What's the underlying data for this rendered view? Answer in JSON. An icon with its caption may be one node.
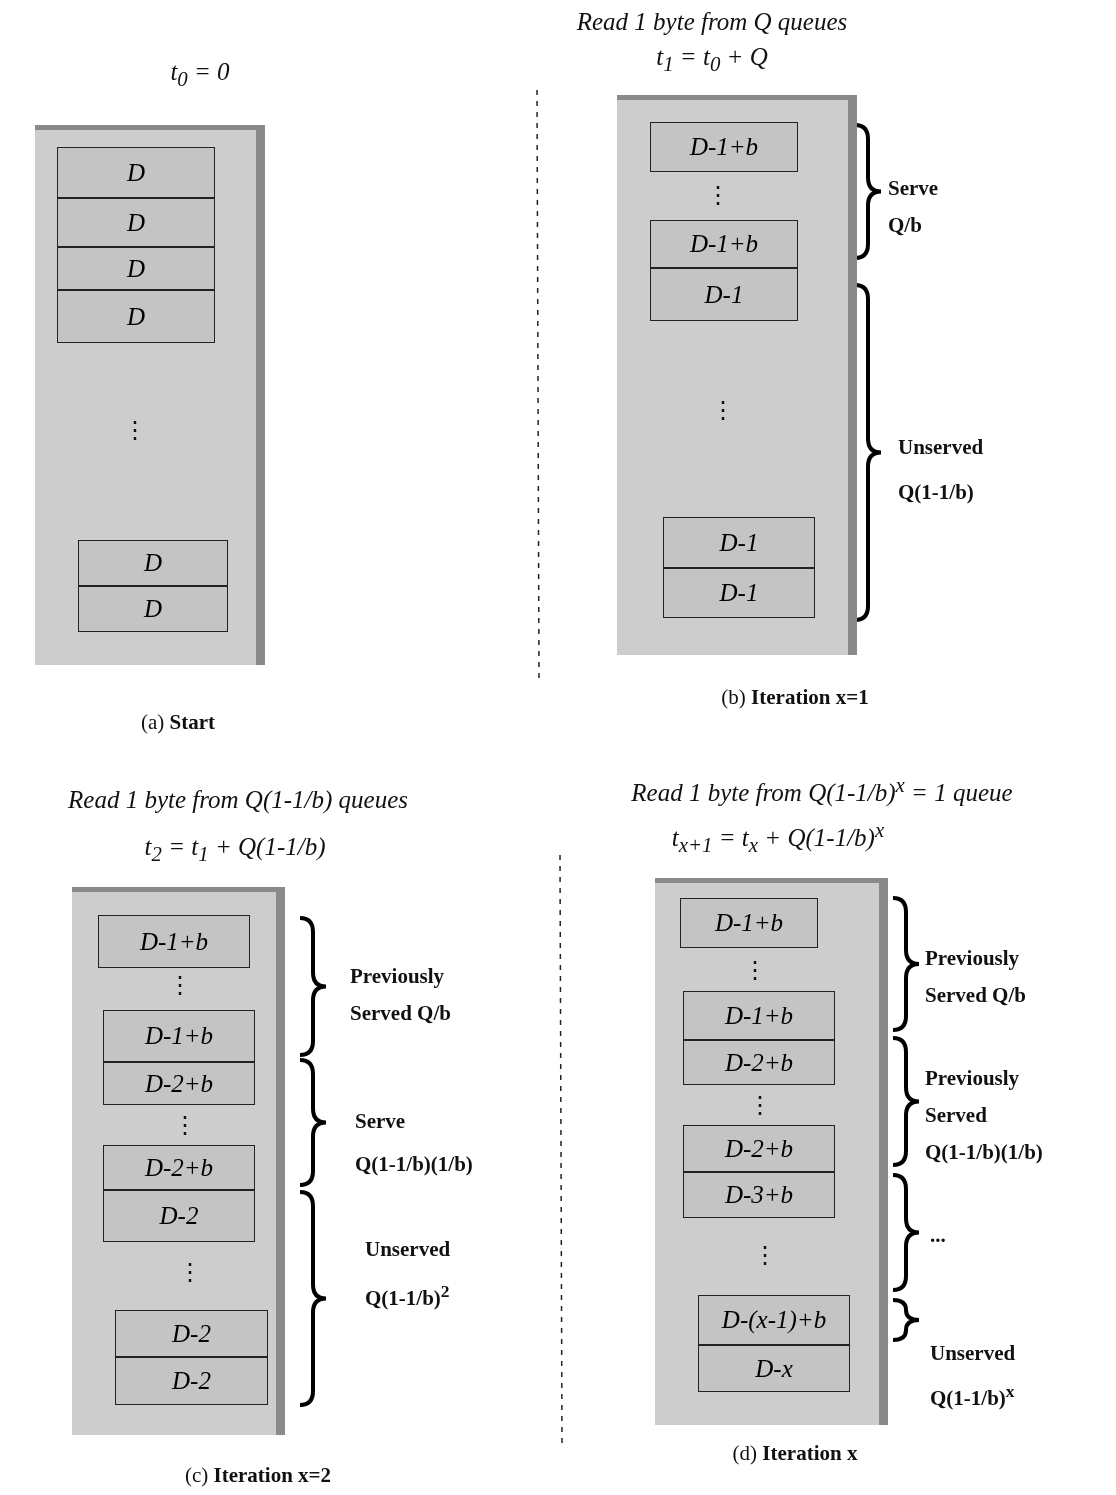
{
  "diagram": {
    "nodes": [
      {
        "text": [],
        "shape": "box"
      },
      {
        "text": [
          "D"
        ],
        "in": 0
      },
      {
        "text": [
          "D"
        ],
        "in": 0
      },
      {
        "text": [
          "D"
        ],
        "in": 0
      },
      {
        "text": [
          "D"
        ],
        "in": 0
      },
      {
        "text": [
          "D"
        ],
        "in": 0
      },
      {
        "text": [
          "D"
        ],
        "in": 0
      },
      {
        "text": [],
        "shape": "box"
      },
      {
        "text": [
          "D-1+b"
        ],
        "in": 7
      },
      {
        "text": [
          "D-1+b"
        ],
        "in": 7
      },
      {
        "text": [
          "D-1"
        ],
        "in": 7
      },
      {
        "text": [
          "D-1"
        ],
        "in": 7
      },
      {
        "text": [
          "D-1"
        ],
        "in": 7
      },
      {
        "text": [],
        "shape": "box"
      },
      {
        "text": [
          "D-1+b"
        ],
        "in": 13
      },
      {
        "text": [
          "D-1+b"
        ],
        "in": 13
      },
      {
        "text": [
          "D-2+b"
        ],
        "in": 13
      },
      {
        "text": [
          "D-2+b"
        ],
        "in": 13
      },
      {
        "text": [
          "D-2"
        ],
        "in": 13
      },
      {
        "text": [
          "D-2"
        ],
        "in": 13
      },
      {
        "text": [
          "D-2"
        ],
        "in": 13
      },
      {
        "text": [],
        "shape": "box"
      },
      {
        "text": [
          "D-1+b"
        ],
        "in": 21
      },
      {
        "text": [
          "D-1+b"
        ],
        "in": 21
      },
      {
        "text": [
          "D-2+b"
        ],
        "in": 21
      },
      {
        "text": [
          "D-2+b"
        ],
        "in": 21
      },
      {
        "text": [
          "D-3+b"
        ],
        "in": 21
      },
      {
        "text": [
          "D-(x-1)+b"
        ],
        "in": 21
      },
      {
        "text": [
          "D-x"
        ],
        "in": 21
      }
    ],
    "labels": [
      "t$_{0}$ = 0",
      "⋮",
      "(a) **Start**",
      "Read 1 byte from Q queues",
      "t$_{1}$ = t$_{0}$ + Q",
      "⋮",
      "⋮",
      "Serve Q/b",
      "Unserved Q(1-1/b)",
      "(b) **Iteration x=1**",
      "Read 1 byte from Q(1-1/b) queues",
      "t$_{2}$ = t$_{1}$ + Q(1-1/b)",
      "⋮",
      "⋮",
      "⋮",
      "Previously Served Q/b",
      "Serve Q(1-1/b)(1/b)",
      "Unserved Q(1-1/b)$^{2}$",
      "(c) **Iteration x=2**",
      "Read 1 byte from Q(1-1/b)$^{x}$ = 1 queue",
      "t$_{x+1}$ = t$_{x}$ + Q(1-1/b)$^{x}$",
      "⋮",
      "⋮",
      "⋮",
      "Previously Served Q/b",
      "Previously Served Q(1-1/b)(1/b)",
      "...",
      "Unserved Q(1-1/b)$^{x}$",
      "(d) **Iteration x**"
    ]
  }
}
